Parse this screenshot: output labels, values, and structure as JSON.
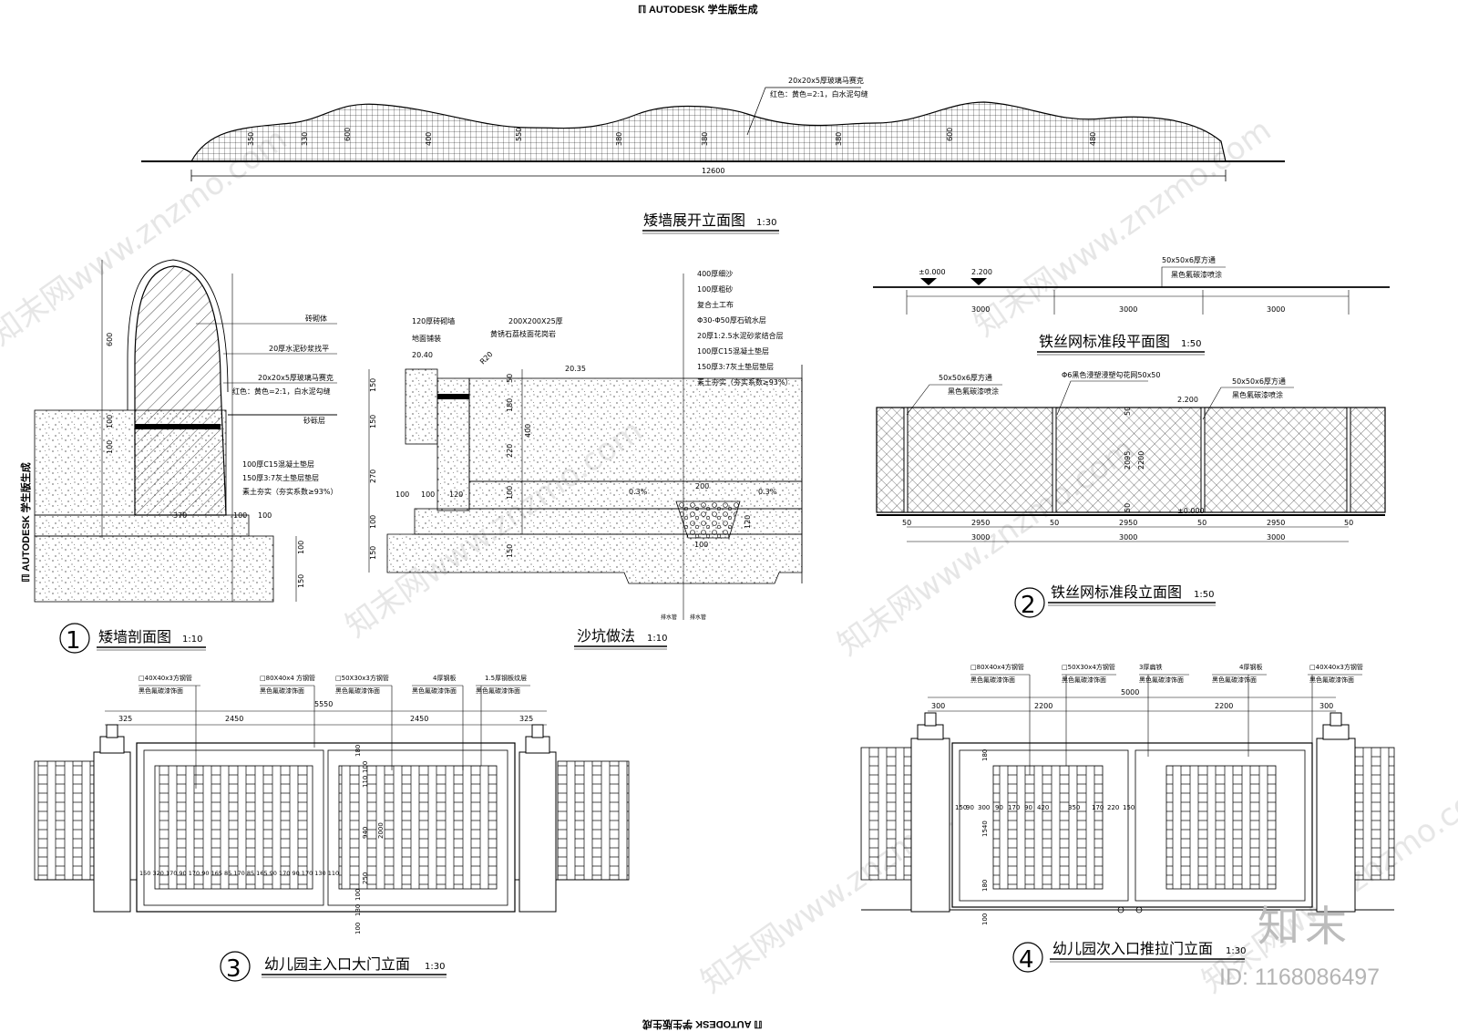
{
  "watermark": {
    "stamp": "AUTODESK 学生版生成",
    "brand": "知末",
    "id_text": "ID: 1168086497",
    "site": "知末网www.znzmo.com"
  },
  "drawings": {
    "wall_elevation": {
      "title": "矮墙展开立面图",
      "scale": "1:30",
      "note1": "20x20x5厚玻璃马赛克",
      "note2": "红色：黄色=2:1，白水泥勾缝",
      "total_dim": "12600",
      "heights": [
        "350",
        "330",
        "600",
        "400",
        "550",
        "380",
        "380",
        "380",
        "600",
        "480"
      ]
    },
    "wall_section": {
      "number": "1",
      "title": "矮墙剖面图",
      "scale": "1:10",
      "labels": [
        "砖砌体",
        "20厚水泥砂浆找平",
        "20x20x5厚玻璃马赛克",
        "红色：黄色=2:1，白水泥勾缝",
        "砂砾层",
        "100厚C15混凝土垫层",
        "150厚3:7灰土垫层垫层",
        "素土夯实（夯实系数≥93%）"
      ],
      "dims": [
        "600",
        "100",
        "100",
        "370",
        "100",
        "100",
        "100",
        "150"
      ]
    },
    "sandpit": {
      "title": "沙坑做法",
      "scale": "1:10",
      "layers": [
        "400厚细沙",
        "100厚粗砂",
        "复合土工布",
        "Φ30-Φ50厚石硫水层",
        "20厚1:2.5水泥砂浆结合层",
        "100厚C15混凝土垫层",
        "150厚3:7灰土垫层垫层",
        "素土夯实（夯实系数≥93%）"
      ],
      "top_labels": [
        "120厚砖砌墙",
        "地面铺装",
        "200X200X25厚",
        "黄锈石荔枝面花岗岩"
      ],
      "levels": [
        "20.40",
        "20.35"
      ],
      "dims": [
        "150",
        "150",
        "270",
        "100",
        "150",
        "100",
        "100",
        "120",
        "50",
        "180",
        "220",
        "400",
        "100",
        "150",
        "200",
        "120",
        "100",
        "R20"
      ],
      "slopes": [
        "0.3%",
        "0.3%"
      ],
      "bottom_labels": [
        "排水管",
        "排水管"
      ]
    },
    "fence_plan": {
      "title": "铁丝网标准段平面图",
      "scale": "1:50",
      "levels": [
        "±0.000",
        "2.200"
      ],
      "note1": "50x50x6厚方通",
      "note2": "黑色氟碳漆喷涂",
      "dims": [
        "3000",
        "3000",
        "3000"
      ]
    },
    "fence_elevation": {
      "number": "2",
      "title": "铁丝网标准段立面图",
      "scale": "1:50",
      "note_left1": "50x50x6厚方通",
      "note_left2": "黑色氟碳漆喷涂",
      "note_mid": "Φ6黑色浸塑浸塑勾花网50x50",
      "note_right1": "50x50x6厚方通",
      "note_right2": "黑色氟碳漆喷涂",
      "levels": [
        "2.200",
        "±0.000"
      ],
      "heights": [
        "50",
        "2095",
        "2200",
        "50"
      ],
      "seg_dims": [
        "50",
        "2950",
        "50",
        "2950",
        "50",
        "2950",
        "50"
      ],
      "dims": [
        "3000",
        "3000",
        "3000"
      ]
    },
    "main_gate": {
      "number": "3",
      "title": "幼儿园主入口大门立面",
      "scale": "1:30",
      "notes": [
        [
          "□40X40x3方钢管",
          "黑色氟碳漆饰面"
        ],
        [
          "□80X40x4 方钢管",
          "黑色氟碳漆饰面"
        ],
        [
          "□50X30x3方钢管",
          "黑色氟碳漆饰面"
        ],
        [
          "4厚钢板",
          "黑色氟碳漆饰面"
        ],
        [
          "1.5厚钢板纹层",
          "黑色氟碳漆饰面"
        ]
      ],
      "total_dim": "5550",
      "dims": [
        "325",
        "2450",
        "2450",
        "325"
      ],
      "v_dims": [
        "180",
        "100",
        "110",
        "940",
        "2000",
        "250",
        "100",
        "130",
        "100"
      ],
      "bar_dims": "150 320 170 90 170 90 165 85 170 85 165 90 170 90 170 130 110"
    },
    "side_gate": {
      "number": "4",
      "title": "幼儿园次入口推拉门立面",
      "scale": "1:30",
      "notes": [
        [
          "□80X40x4方钢管",
          "黑色氟碳漆饰面"
        ],
        [
          "□50X30x4方钢管",
          "黑色氟碳漆饰面"
        ],
        [
          "3厚扁铁",
          "黑色氟碳漆饰面"
        ],
        [
          "4厚钢板",
          "黑色氟碳漆饰面"
        ],
        [
          "□40X40x3方钢管",
          "黑色氟碳漆饰面"
        ]
      ],
      "total_dim": "5000",
      "dims": [
        "300",
        "2200",
        "2200",
        "300"
      ],
      "v_dims": [
        "180",
        "1540",
        "180",
        "100"
      ],
      "bar_dims": [
        "150",
        "90",
        "300",
        "90",
        "170",
        "90",
        "420",
        "350",
        "170",
        "220",
        "150"
      ]
    }
  }
}
